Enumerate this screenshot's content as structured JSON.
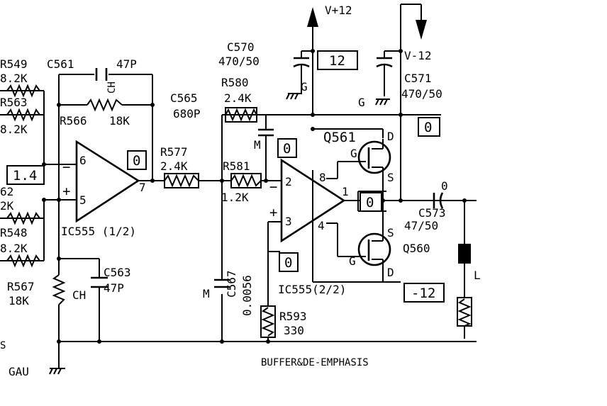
{
  "labels": {
    "vplus": "V+12",
    "vminus": "V-12",
    "c570": "C570",
    "c570_val": "470/50",
    "c571": "C571",
    "c571_val": "470/50",
    "r580": "R580",
    "r580_val": "2.4K",
    "c565": "C565",
    "c565_val": "680P",
    "r549": "R549",
    "r549_val": "8.2K",
    "c561": "C561",
    "c561_val": "47P",
    "ch_top": "CH",
    "r563": "R563",
    "r563_val": "8.2K",
    "r566": "R566",
    "r566_val": "18K",
    "in_left": "1.4",
    "r62": "62",
    "r62_val": "2K",
    "r548": "R548",
    "r548_val": "8.2K",
    "ic555_a": "IC555 (1/2)",
    "r577": "R577",
    "r577_val": "2.4K",
    "r581": "R581",
    "r581_val": "1.2K",
    "m_top": "M",
    "q561": "Q561",
    "q560": "Q560",
    "c573": "C573",
    "c573_val": "47/50",
    "c573_pol": "0",
    "c563": "C563",
    "c563_val": "47P",
    "ch_bottom": "CH",
    "r567": "R567",
    "r567_val": "18K",
    "c567": "C567",
    "c567_val": "0.0056",
    "m_bottom": "M",
    "ic555_b": "IC555(2/2)",
    "r593": "R593",
    "r593_val": "330",
    "buffer_caption": "BUFFER&DE-EMPHASIS",
    "gnd_gau": "GAU",
    "g1": "G",
    "g2": "G",
    "left_s": "S",
    "right_l": "L",
    "pin6": "6",
    "pin5": "5",
    "pin7": "7",
    "pin2": "2",
    "pin3": "3",
    "pin8": "8",
    "pin4": "4",
    "pin1": "1",
    "gate_top": "G",
    "drain_top": "D",
    "source_top": "S",
    "gate_bot": "G",
    "source_bot": "S",
    "drain_bot": "D",
    "minus_a": "−",
    "plus_a": "+",
    "minus_b": "−",
    "plus_b": "+"
  },
  "voltage_boxes": {
    "v12": "12",
    "out_a": "0",
    "rail_right": "0",
    "m_node": "0",
    "out_b": "0",
    "in_plus_b": "0",
    "neg12": "-12"
  }
}
